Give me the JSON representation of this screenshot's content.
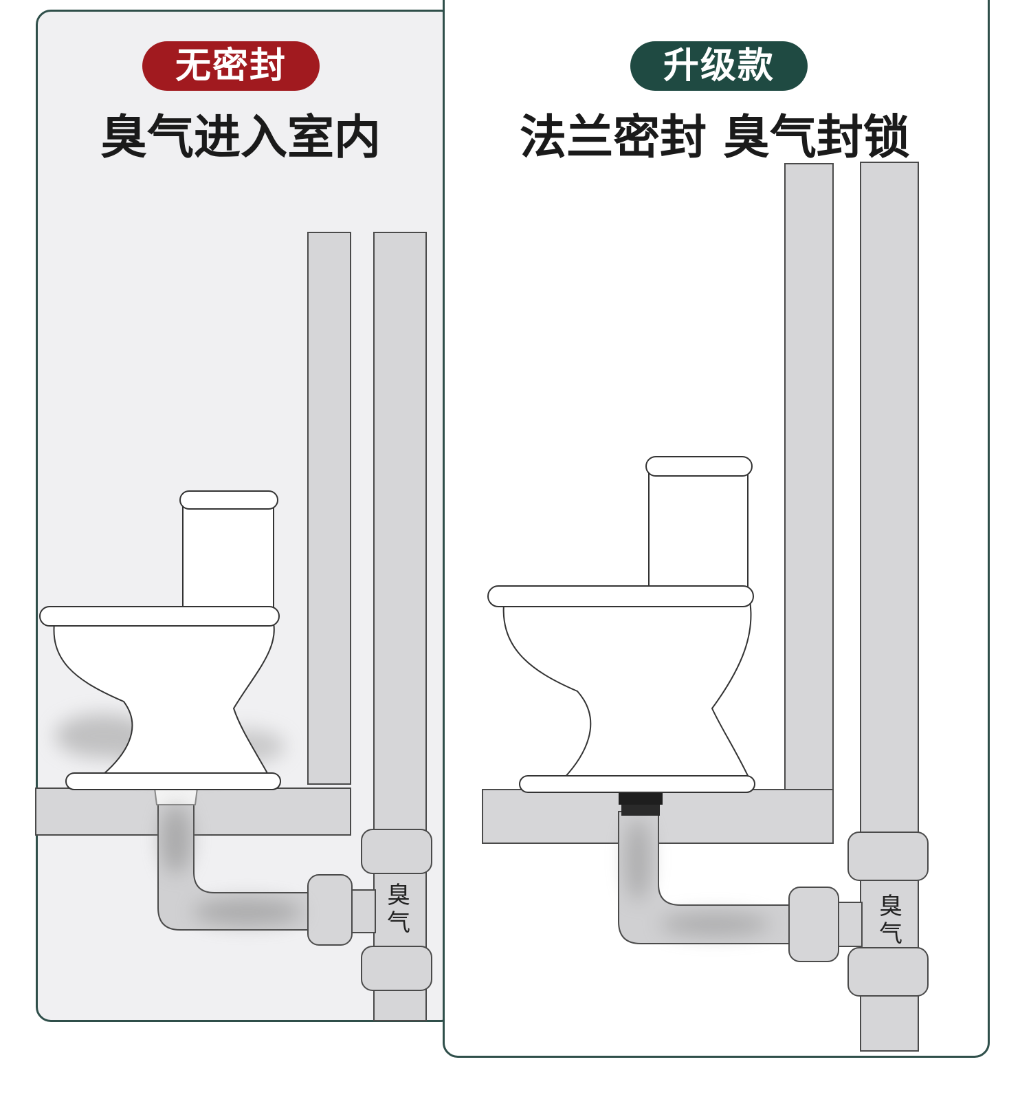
{
  "left_panel": {
    "badge": "无密封",
    "headline": "臭气进入室内",
    "pipe_label": "臭气"
  },
  "right_panel": {
    "badge": "升级款",
    "headline": "法兰密封 臭气封锁",
    "pipe_label": "臭气"
  },
  "colors": {
    "panel_border": "#2f4f4a",
    "left_badge": "#a11a1f",
    "right_badge": "#1f4a42",
    "pipe_fill": "#d6d6d8",
    "pipe_stroke": "#4a4a4a",
    "flange_gold": "#d4a23a",
    "flange_black": "#1e1e1e"
  }
}
